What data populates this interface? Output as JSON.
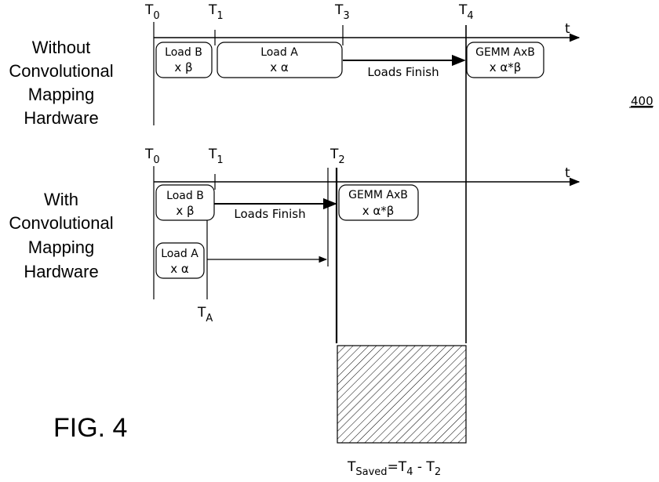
{
  "figure": {
    "caption": "FIG. 4",
    "ref_number": "400",
    "axis_label": "t"
  },
  "top": {
    "label_lines": [
      "Without",
      "Convolutional",
      "Mapping",
      "Hardware"
    ],
    "ticks": [
      {
        "base": "T",
        "sub": "0"
      },
      {
        "base": "T",
        "sub": "1"
      },
      {
        "base": "T",
        "sub": "3"
      },
      {
        "base": "T",
        "sub": "4"
      }
    ],
    "boxes": [
      {
        "line1": "Load B",
        "line2": "x β"
      },
      {
        "line1": "Load A",
        "line2": "x α"
      },
      {
        "line1": "GEMM AxB",
        "line2": "x α*β"
      }
    ],
    "arrow_label": "Loads Finish"
  },
  "bottom": {
    "label_lines": [
      "With",
      "Convolutional",
      "Mapping",
      "Hardware"
    ],
    "ticks": [
      {
        "base": "T",
        "sub": "0"
      },
      {
        "base": "T",
        "sub": "1"
      },
      {
        "base": "T",
        "sub": "2"
      }
    ],
    "tick_a": {
      "base": "T",
      "sub": "A"
    },
    "boxes": [
      {
        "line1": "Load B",
        "line2": "x β"
      },
      {
        "line1": "Load A",
        "line2": "x α"
      },
      {
        "line1": "GEMM AxB",
        "line2": "x α*β"
      }
    ],
    "arrow_label": "Loads Finish"
  },
  "saved": {
    "base": "T",
    "sub": "Saved",
    "eq": "=T",
    "sub1": "4",
    "mid": " - T",
    "sub2": "2"
  }
}
